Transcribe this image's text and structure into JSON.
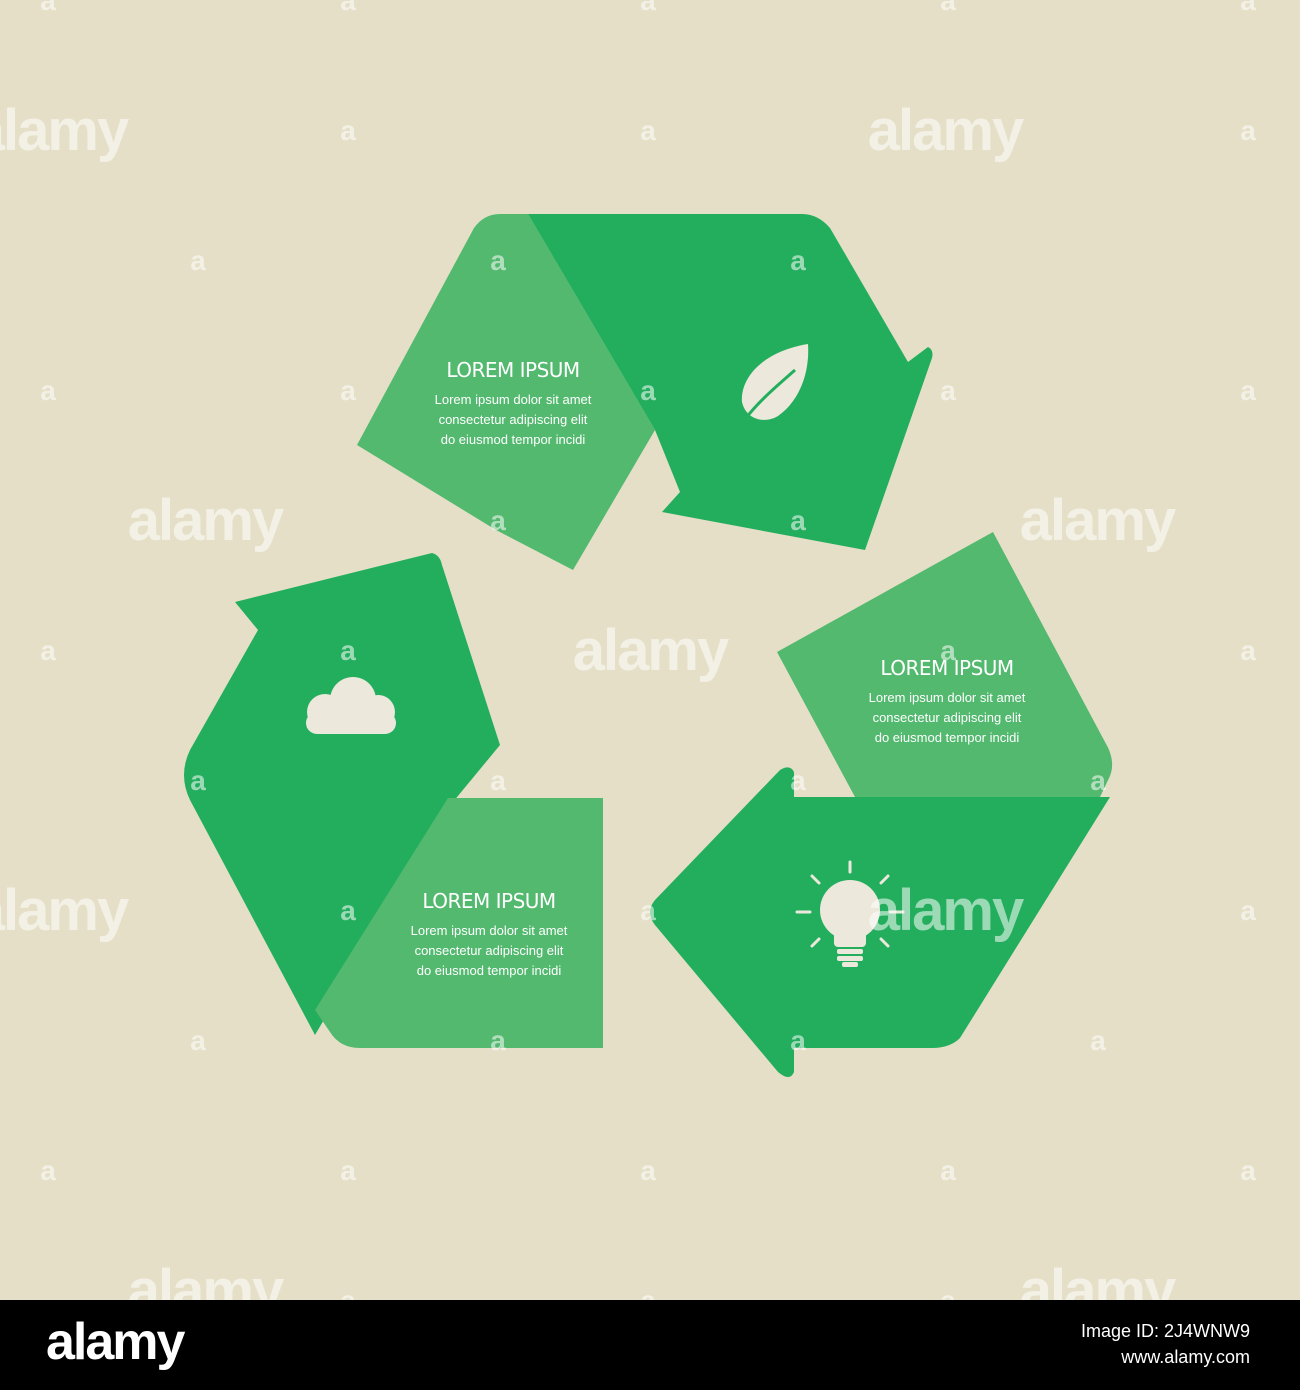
{
  "colors": {
    "background": "#e5dfc8",
    "arrow_dark": "#23ae5e",
    "arrow_light": "#52b96f",
    "icon_fill": "#ece8dc",
    "footer_bg": "#000000"
  },
  "segments": [
    {
      "title": "LOREM IPSUM",
      "line1": "Lorem ipsum dolor sit amet",
      "line2": "consectetur adipiscing elit",
      "line3": "do eiusmod tempor incidi",
      "icon": "leaf-icon"
    },
    {
      "title": "LOREM IPSUM",
      "line1": "Lorem ipsum dolor sit amet",
      "line2": "consectetur adipiscing elit",
      "line3": "do eiusmod tempor incidi",
      "icon": "lightbulb-icon"
    },
    {
      "title": "LOREM IPSUM",
      "line1": "Lorem ipsum dolor sit amet",
      "line2": "consectetur adipiscing elit",
      "line3": "do eiusmod tempor incidi",
      "icon": "cloud-icon"
    }
  ],
  "watermark": {
    "word": "alamy",
    "letter": "a"
  },
  "footer": {
    "logo": "alamy",
    "image_id": "Image ID: 2J4WNW9",
    "site": "www.alamy.com"
  }
}
